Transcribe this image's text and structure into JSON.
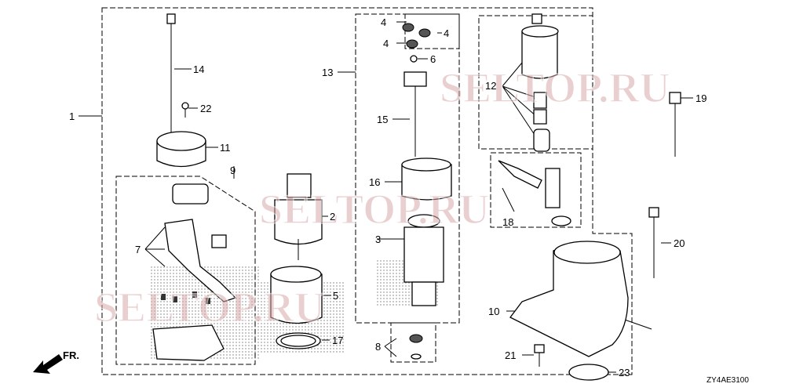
{
  "diagram": {
    "title_code": "ZY4AE3100",
    "direction_label": "FR.",
    "watermark": "SELTOP.RU",
    "callouts": {
      "c1": "1",
      "c2": "2",
      "c3": "3",
      "c4a": "4",
      "c4b": "4",
      "c4c": "4",
      "c5": "5",
      "c6": "6",
      "c7": "7",
      "c8": "8",
      "c9": "9",
      "c10": "10",
      "c11": "11",
      "c12": "12",
      "c13": "13",
      "c14": "14",
      "c15": "15",
      "c16": "16",
      "c17": "17",
      "c18": "18",
      "c19": "19",
      "c20": "20",
      "c21": "21",
      "c22": "22",
      "c23": "23"
    }
  }
}
